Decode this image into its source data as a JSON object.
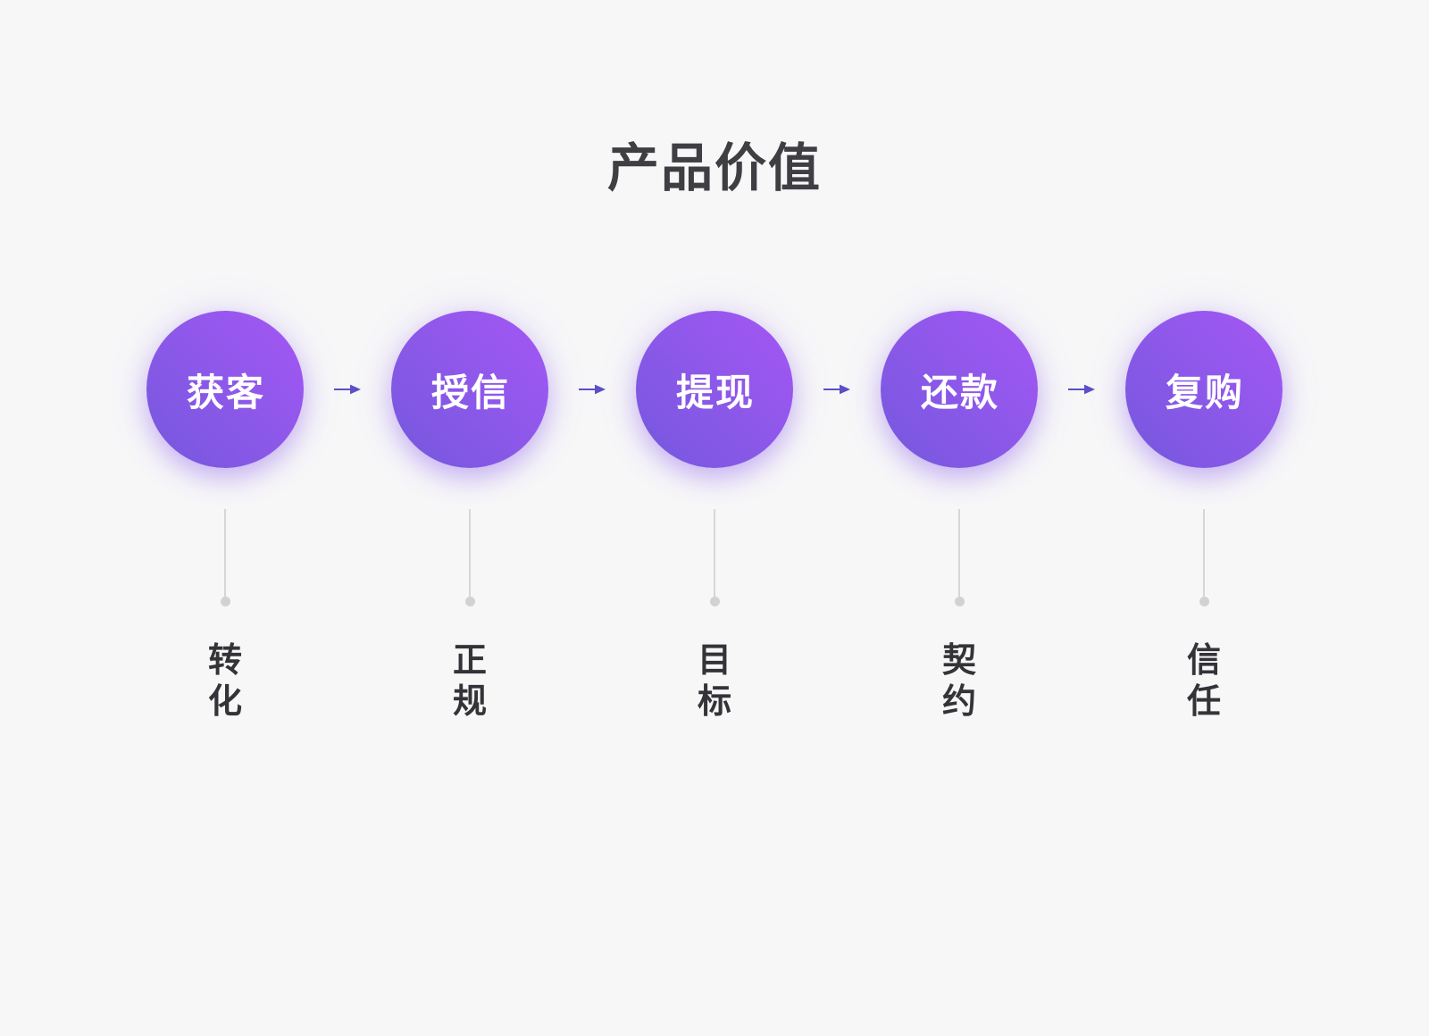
{
  "page": {
    "title": "产品价值",
    "background": "#f7f7f8"
  },
  "flow": {
    "stages": [
      {
        "circle_label": "获客",
        "value_label": "转化"
      },
      {
        "circle_label": "授信",
        "value_label": "正规"
      },
      {
        "circle_label": "提现",
        "value_label": "目标"
      },
      {
        "circle_label": "还款",
        "value_label": "契约"
      },
      {
        "circle_label": "复购",
        "value_label": "信任"
      }
    ],
    "colors": {
      "title_text": "#3e3e43",
      "circle_gradient_start": "#a557f5",
      "circle_gradient_end": "#7458dd",
      "circle_text": "#ffffff",
      "arrow": "#5b50c5",
      "connector": "#d6d6d9",
      "dot": "#d2d2d5",
      "label_text": "#333338"
    }
  }
}
